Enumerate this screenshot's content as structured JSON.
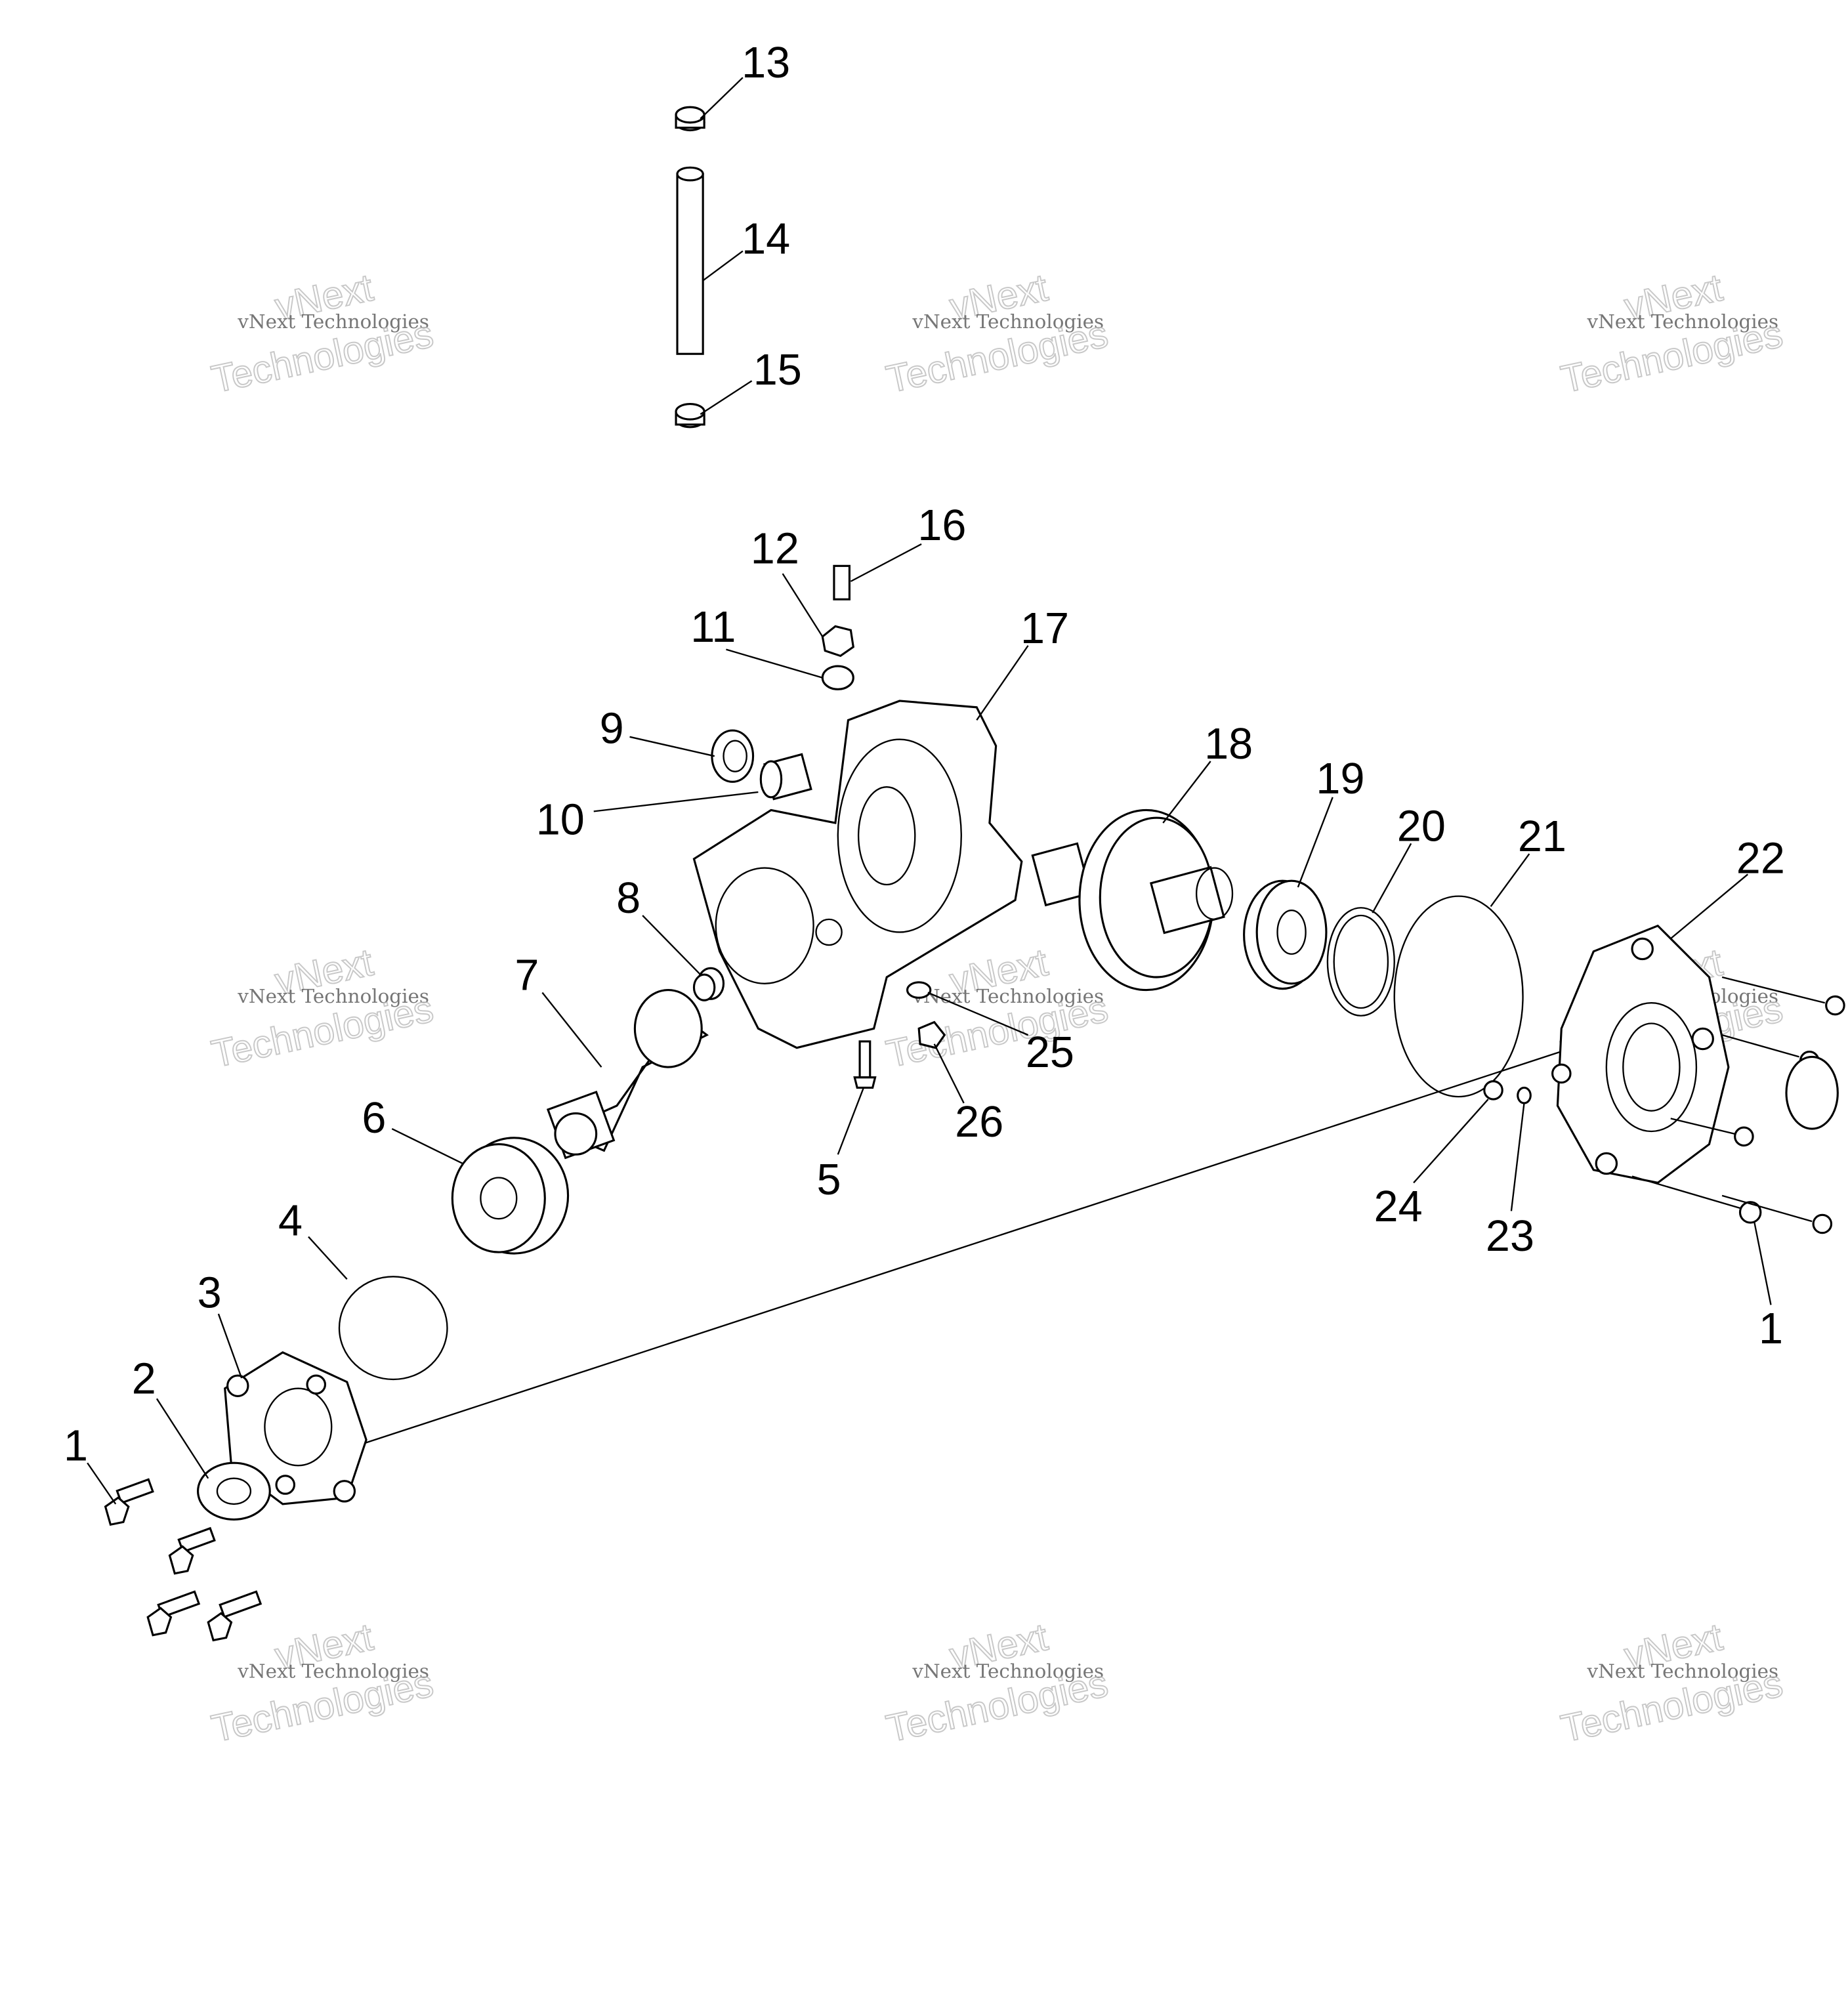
{
  "diagram": {
    "type": "exploded-parts-diagram",
    "callouts": [
      {
        "id": "c13",
        "label": "13"
      },
      {
        "id": "c14",
        "label": "14"
      },
      {
        "id": "c15",
        "label": "15"
      },
      {
        "id": "c16",
        "label": "16"
      },
      {
        "id": "c12",
        "label": "12"
      },
      {
        "id": "c11",
        "label": "11"
      },
      {
        "id": "c17",
        "label": "17"
      },
      {
        "id": "c9",
        "label": "9"
      },
      {
        "id": "c10",
        "label": "10"
      },
      {
        "id": "c18",
        "label": "18"
      },
      {
        "id": "c19",
        "label": "19"
      },
      {
        "id": "c20",
        "label": "20"
      },
      {
        "id": "c21",
        "label": "21"
      },
      {
        "id": "c22",
        "label": "22"
      },
      {
        "id": "c8",
        "label": "8"
      },
      {
        "id": "c7",
        "label": "7"
      },
      {
        "id": "c25",
        "label": "25"
      },
      {
        "id": "c26",
        "label": "26"
      },
      {
        "id": "c5",
        "label": "5"
      },
      {
        "id": "c6",
        "label": "6"
      },
      {
        "id": "c4",
        "label": "4"
      },
      {
        "id": "c24",
        "label": "24"
      },
      {
        "id": "c23",
        "label": "23"
      },
      {
        "id": "c1r",
        "label": "1"
      },
      {
        "id": "c3",
        "label": "3"
      },
      {
        "id": "c2",
        "label": "2"
      },
      {
        "id": "c1l",
        "label": "1"
      }
    ]
  },
  "watermark": {
    "small": "vNext Technologies",
    "large_top": "vNext",
    "large_bottom": "Technologies"
  }
}
